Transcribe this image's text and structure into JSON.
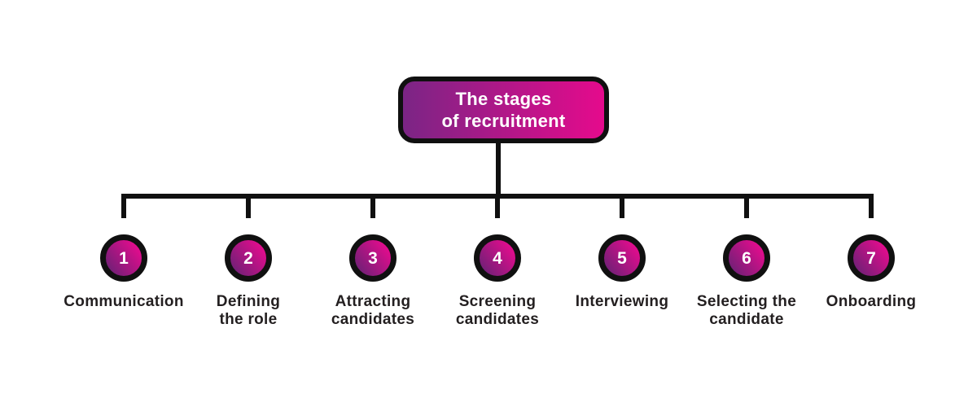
{
  "title": {
    "text": "The stages\nof recruitment"
  },
  "stages": [
    {
      "number": "1",
      "label": "Communication"
    },
    {
      "number": "2",
      "label": "Defining\nthe role"
    },
    {
      "number": "3",
      "label": "Attracting\ncandidates"
    },
    {
      "number": "4",
      "label": "Screening\ncandidates"
    },
    {
      "number": "5",
      "label": "Interviewing"
    },
    {
      "number": "6",
      "label": "Selecting the\ncandidate"
    },
    {
      "number": "7",
      "label": "Onboarding"
    }
  ],
  "colors": {
    "gradient_start": "#7b2585",
    "gradient_end": "#e50a8c",
    "outline_black": "#101010",
    "label_text": "#231f20",
    "title_text": "#ffffff",
    "background": "#ffffff"
  }
}
